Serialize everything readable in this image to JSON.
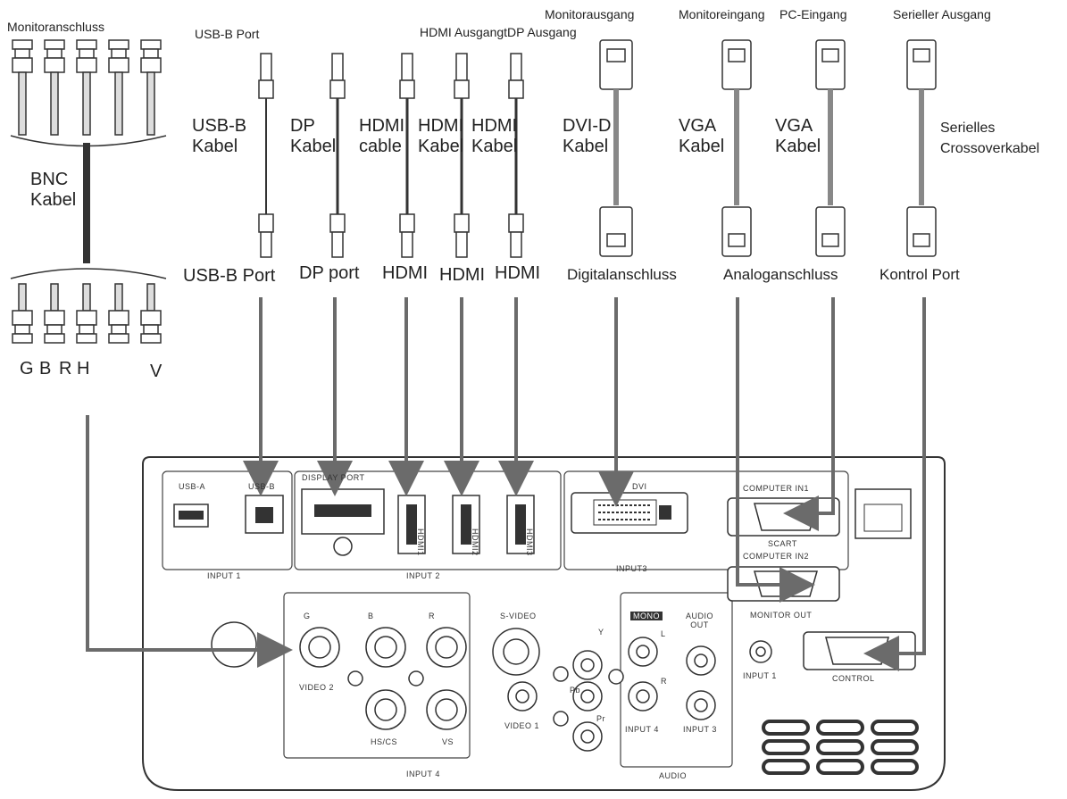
{
  "top_labels": {
    "monitoranschluss": "Monitoranschluss",
    "usb_b_port_top": "USB-B Port",
    "hdmi_dp_ausgang": "HDMI AusgangtDP Ausgang",
    "monitorausgang": "Monitorausgang",
    "monitoreingang": "Monitoreingang",
    "pc_eingang": "PC-Eingang",
    "serieller_ausgang": "Serieller Ausgang"
  },
  "cable_labels": {
    "bnc": "BNC\nKabel",
    "usb_b": "USB-B\nKabel",
    "dp": "DP\nKabel",
    "hdmi_cable": "HDMI\ncable",
    "hdmi_kabel_1": "HDMI\nKabel",
    "hdmi_kabel_2": "HDMI\nKabel",
    "dvi_d": "DVI-D\nKabel",
    "vga_1": "VGA\nKabel",
    "vga_2": "VGA\nKabel",
    "serial": "Serielles\nCrossoverkabel"
  },
  "port_labels": {
    "usb_b_port": "USB-B Port",
    "dp_port": "DP port",
    "hdmi_1": "HDMI",
    "hdmi_2": "HDMI",
    "hdmi_3": "HDMI",
    "digitalanschluss": "Digitalanschluss",
    "analoganschluss": "Analoganschluss",
    "kontrol_port": "Kontrol Port"
  },
  "bnc_letters": {
    "g": "G",
    "b": "B",
    "r": "R",
    "h": "H",
    "v": "V"
  },
  "panel": {
    "usb_a": "USB-A",
    "usb_b": "USB-B",
    "display_port": "DISPLAY PORT",
    "hdmi1": "HDMI1",
    "hdmi2": "HDMI2",
    "hdmi3": "HDMI3",
    "input1": "INPUT 1",
    "input2": "INPUT 2",
    "input3": "INPUT3",
    "dvi": "DVI",
    "computer_in1": "COMPUTER IN1",
    "scart": "SCART",
    "computer_in2": "COMPUTER IN2",
    "monitor_out": "MONITOR OUT",
    "g": "G",
    "b": "B",
    "r": "R",
    "video2": "VIDEO 2",
    "hs_cs": "HS/CS",
    "vs": "VS",
    "input4": "INPUT 4",
    "s_video": "S-VIDEO",
    "y": "Y",
    "pb": "Pb",
    "pr": "Pr",
    "video1": "VIDEO 1",
    "mono": "MONO",
    "l": "L",
    "r_audio": "R",
    "audio_out": "AUDIO\nOUT",
    "input_1_audio": "INPUT 1",
    "input_4_audio": "INPUT 4",
    "input_3_audio": "INPUT 3",
    "audio": "AUDIO",
    "control": "CONTROL"
  },
  "colors": {
    "line": "#222222",
    "arrow": "#6b6b6b",
    "cable": "#555555"
  }
}
